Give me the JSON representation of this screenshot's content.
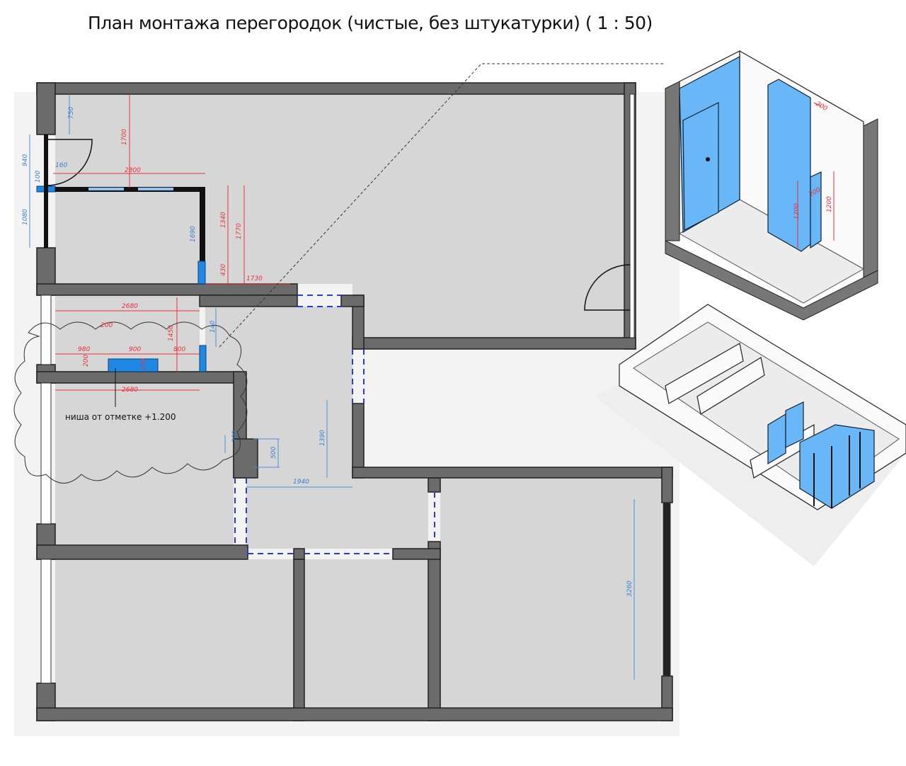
{
  "title": "План монтажа перегородок (чистые, без штукатурки) ( 1 : 50)",
  "plan": {
    "dims": [
      "750",
      "1700",
      "940",
      "160",
      "100",
      "2800",
      "1080",
      "1690",
      "1340",
      "1770",
      "430",
      "1730",
      "2680",
      "200",
      "1450",
      "980",
      "900",
      "800",
      "200",
      "250",
      "2680",
      "140",
      "200",
      "500",
      "1390",
      "1940",
      "3260"
    ],
    "niche_note": "ниша от отметке +1.200"
  },
  "iso_view": {
    "dims": [
      "200",
      "200",
      "1200",
      "1200"
    ]
  },
  "colors": {
    "partition": "#1e88e5",
    "wall": "#6b6b6b",
    "floor": "#d6d6d6",
    "dim_red": "#e8313c",
    "dim_blue": "#4a90d9"
  }
}
